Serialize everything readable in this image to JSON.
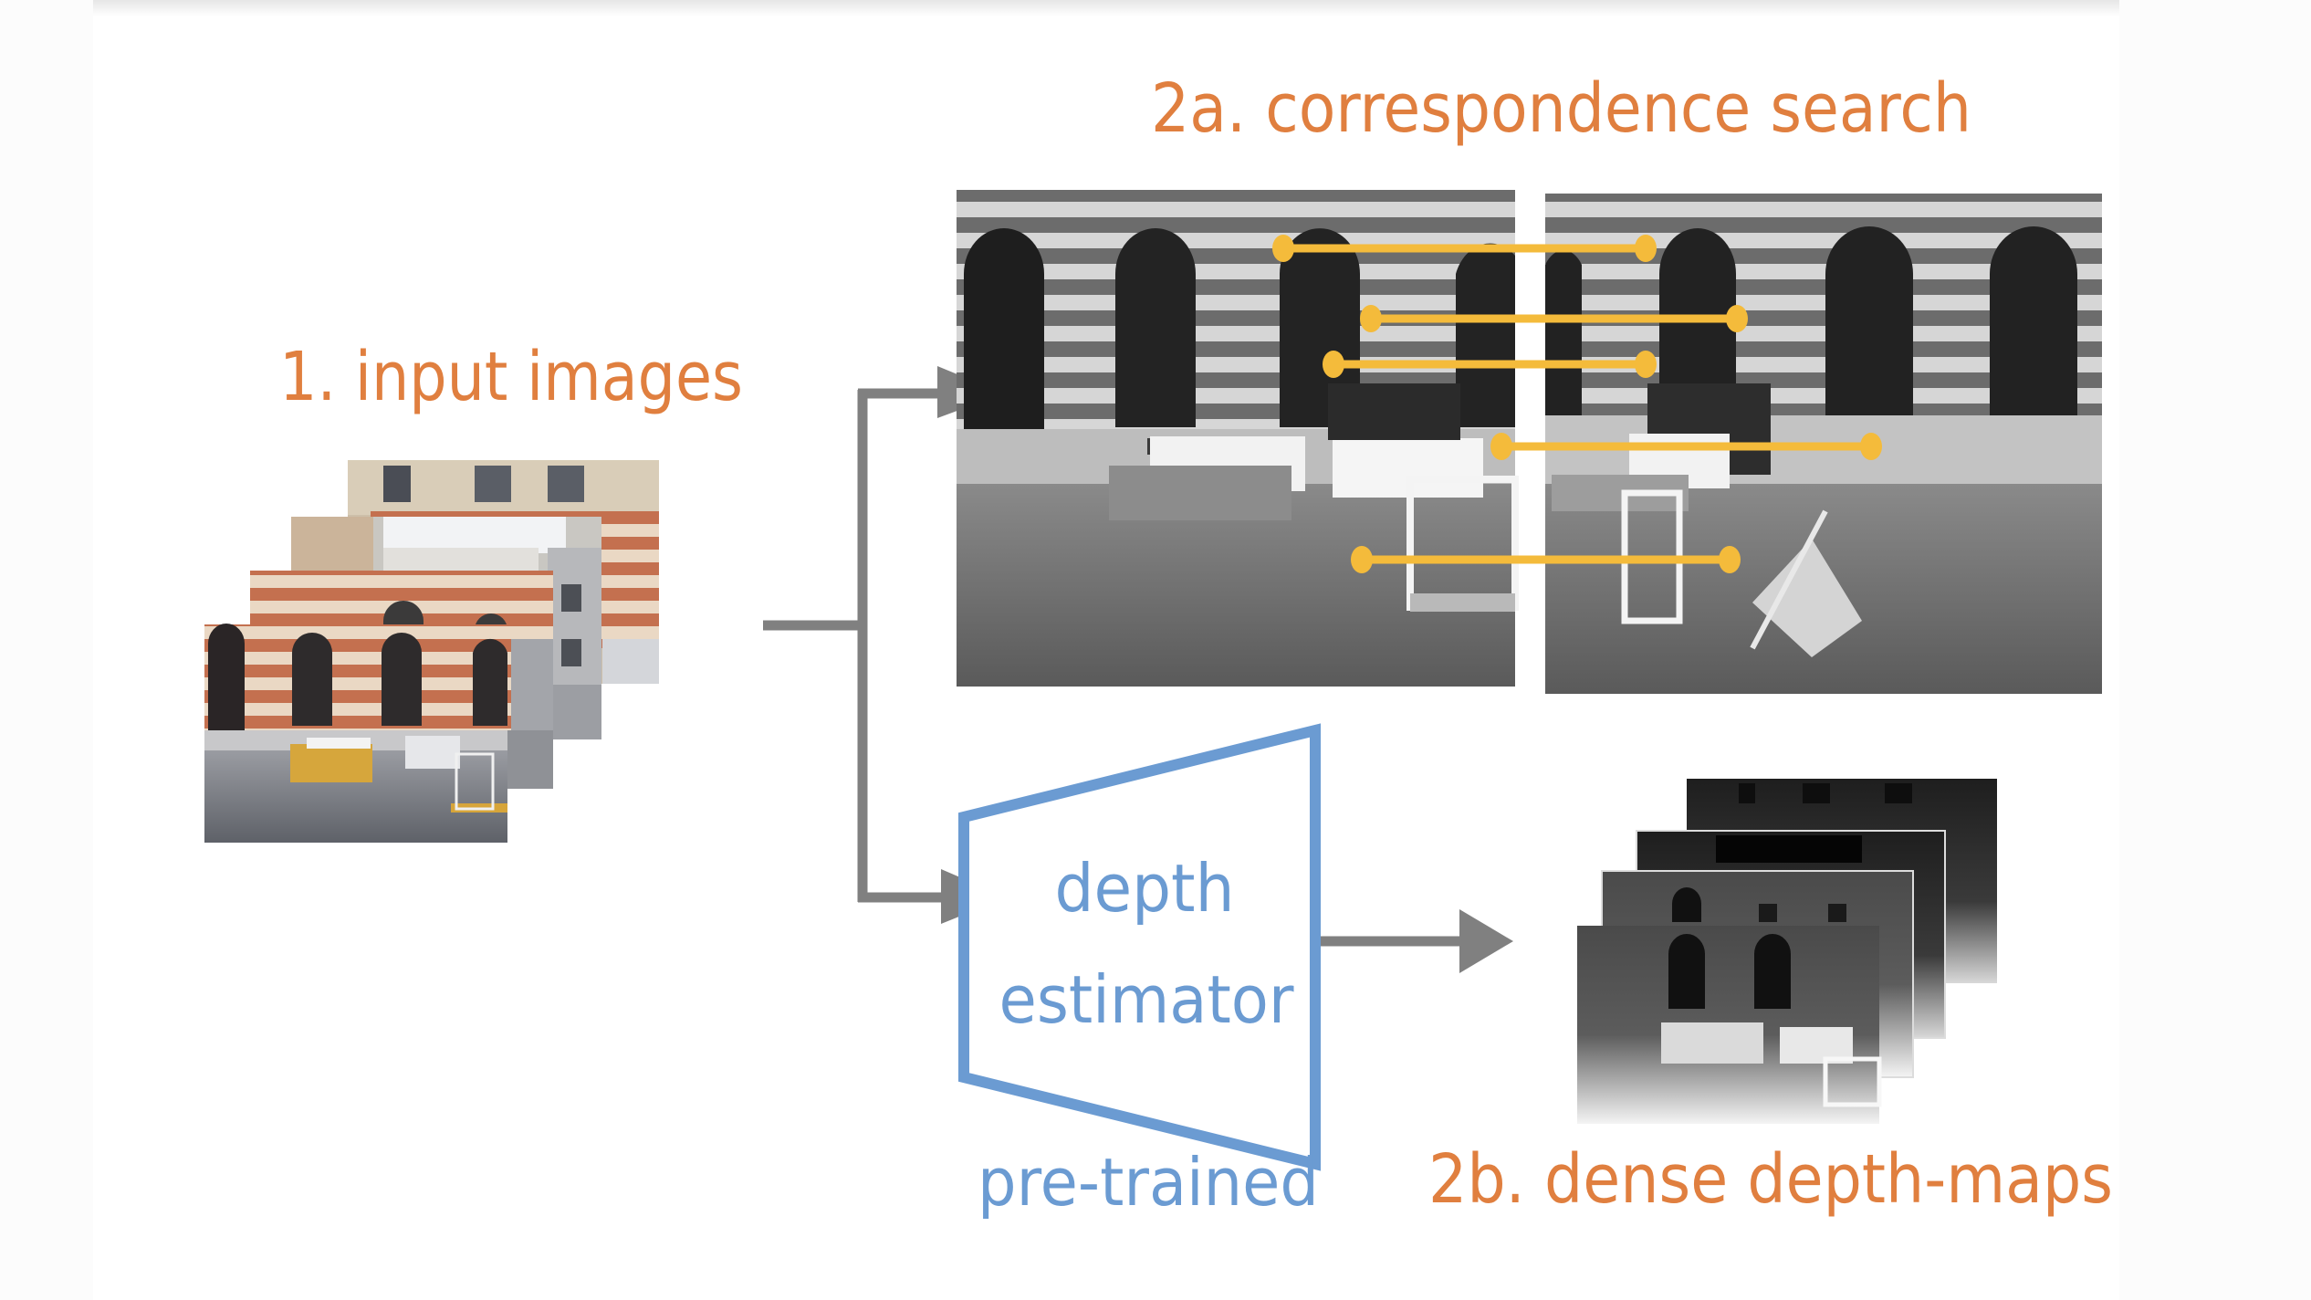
{
  "diagram": {
    "title_step1": "1. input images",
    "title_step2a": "2a. correspondence search",
    "title_step2b": "2b. dense depth-maps",
    "estimator_line1": "depth",
    "estimator_line2": "estimator",
    "estimator_caption": "pre-trained",
    "input_images_count": 4,
    "depth_maps_count": 4,
    "correspondence_pair_count": 2,
    "correspondence_matches_count": 5,
    "nodes": [
      {
        "id": "input-images",
        "label": "1. input images",
        "kind": "image-stack"
      },
      {
        "id": "correspondence-search",
        "label": "2a. correspondence search",
        "kind": "image-pair"
      },
      {
        "id": "depth-estimator",
        "label": "depth estimator",
        "kind": "network",
        "caption": "pre-trained"
      },
      {
        "id": "dense-depth-maps",
        "label": "2b. dense depth-maps",
        "kind": "image-stack"
      }
    ],
    "edges": [
      {
        "from": "input-images",
        "to": "correspondence-search"
      },
      {
        "from": "input-images",
        "to": "depth-estimator"
      },
      {
        "from": "depth-estimator",
        "to": "dense-depth-maps"
      }
    ]
  },
  "colors": {
    "label_orange": "#E07F3F",
    "estimator_blue": "#6B9BD2",
    "arrow_gray": "#808080",
    "match_yellow": "#F4BB3B"
  }
}
